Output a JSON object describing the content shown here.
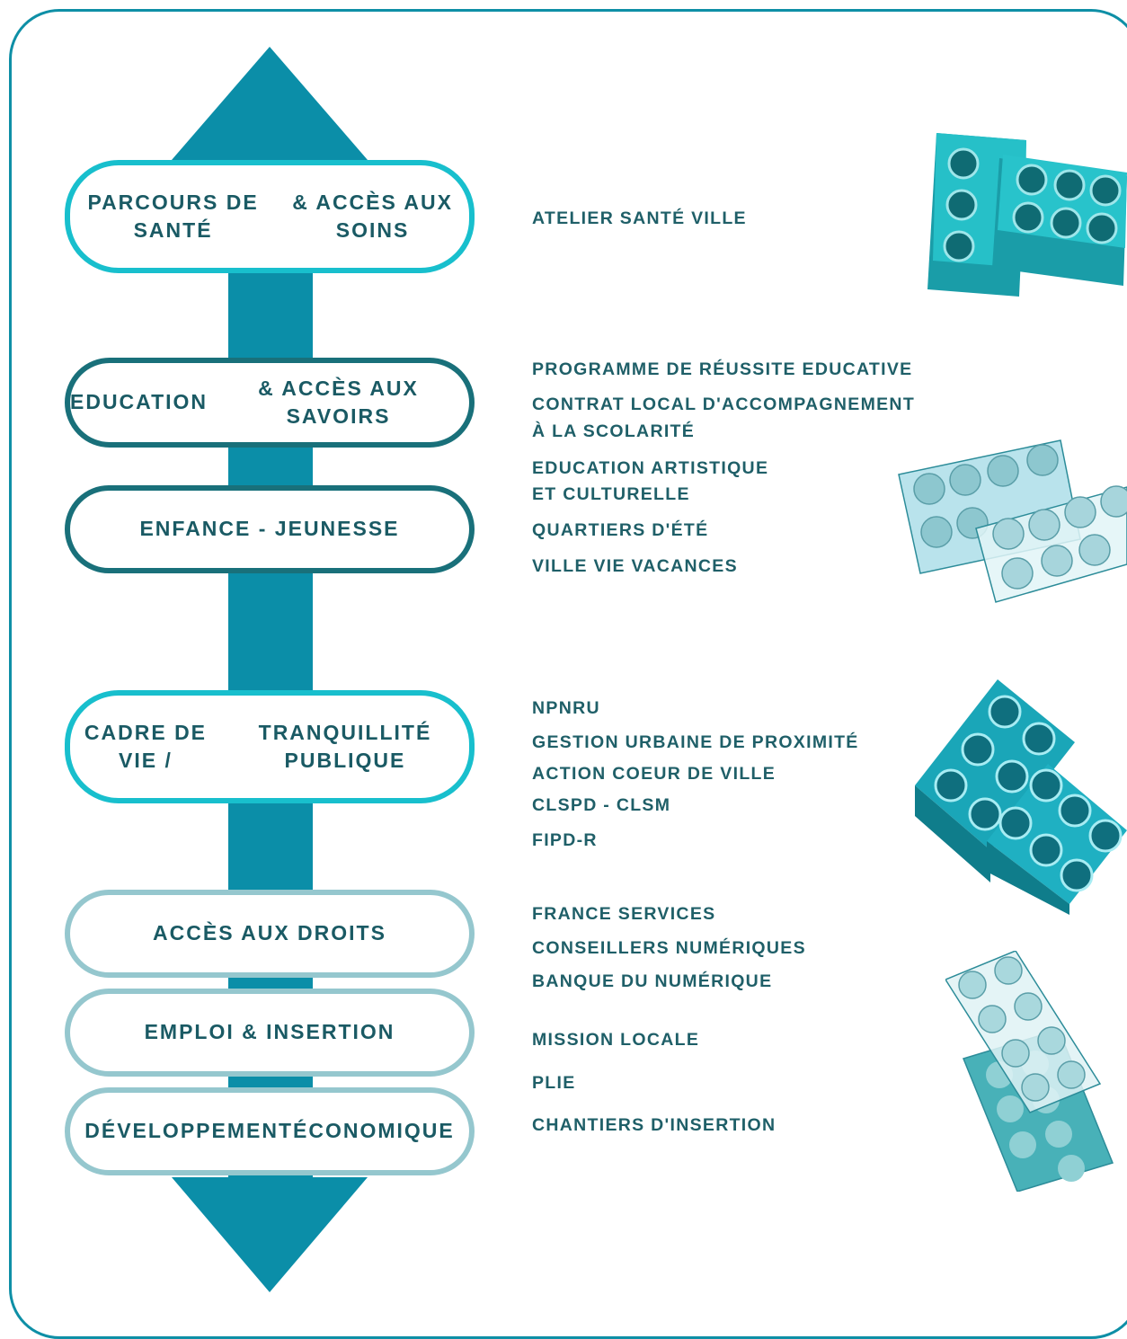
{
  "colors": {
    "frame": "#0e8fa6",
    "arrow": "#0b8ea8",
    "pill_cyan": "#18bfcd",
    "pill_dark": "#19707a",
    "pill_light": "#95c7ce",
    "text": "#1f5f68"
  },
  "themes": [
    {
      "lines": [
        "Parcours de santé",
        "& accès aux soins"
      ],
      "items": [
        "Atelier Santé Ville"
      ]
    },
    {
      "lines": [
        "Education",
        "& accès aux savoirs"
      ],
      "items": [
        "Programme de Réussite Educative",
        "Contrat Local d'Accompagnement",
        "à la Scolarité",
        "Education artistique",
        "et culturelle"
      ]
    },
    {
      "lines": [
        "Enfance - Jeunesse"
      ],
      "items": [
        "Quartiers d'été",
        "Ville Vie Vacances"
      ]
    },
    {
      "lines": [
        "Cadre de vie /",
        "tranquillité publique"
      ],
      "items": [
        "NPNRU",
        "Gestion Urbaine de Proximité",
        "Action Coeur de Ville",
        "CLSPD - CLSM",
        "FIPD-R"
      ]
    },
    {
      "lines": [
        "Accès aux droits"
      ],
      "items": [
        "France Services",
        "Conseillers numériques",
        "Banque du numérique"
      ]
    },
    {
      "lines": [
        "Emploi & insertion"
      ],
      "items": [
        "Mission Locale",
        "PLIE",
        "Chantiers d'insertion"
      ]
    },
    {
      "lines": [
        "Développement",
        "économique"
      ],
      "items": []
    }
  ],
  "decorations": [
    "lego-brick-icon",
    "lego-brick-icon",
    "lego-brick-icon",
    "lego-brick-icon"
  ]
}
